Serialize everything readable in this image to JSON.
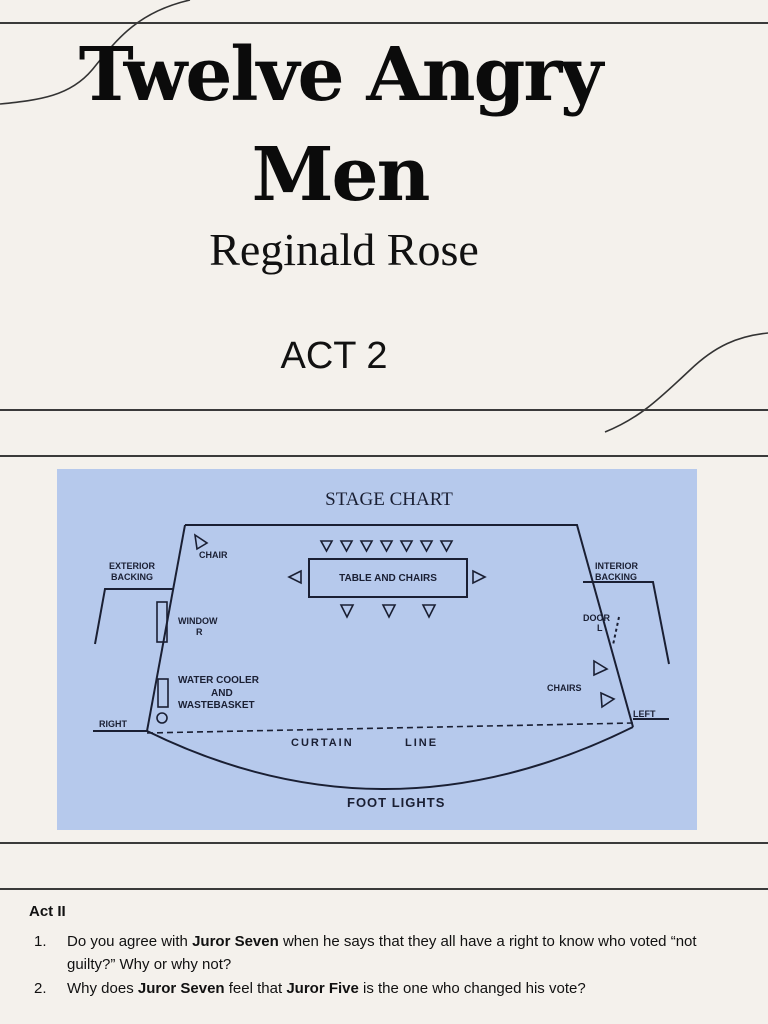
{
  "cover": {
    "title_line1": "Twelve Angry",
    "title_line2": "Men",
    "author": "Reginald Rose",
    "act": "ACT 2"
  },
  "stage_chart": {
    "heading": "STAGE CHART",
    "labels": {
      "chair": "CHAIR",
      "table": "TABLE AND CHAIRS",
      "exterior_1": "EXTERIOR",
      "exterior_2": "BACKING",
      "interior_1": "INTERIOR",
      "interior_2": "BACKING",
      "window_1": "WINDOW",
      "window_2": "R",
      "door_1": "DOOR",
      "door_2": "L",
      "water_1": "WATER COOLER",
      "water_2": "AND",
      "water_3": "WASTEBASKET",
      "chairs": "CHAIRS",
      "right": "RIGHT",
      "left": "LEFT",
      "curtain": "CURTAIN",
      "line": "LINE",
      "footlights": "FOOT LIGHTS"
    }
  },
  "questions": {
    "heading": "Act II",
    "items": [
      {
        "num": "1.",
        "parts": [
          "Do you agree with ",
          "Juror Seven",
          " when he says that they all have a right to know who voted “not guilty?” Why or why not?"
        ]
      },
      {
        "num": "2.",
        "parts": [
          "Why does ",
          "Juror Seven",
          " feel that ",
          "Juror Five",
          " is the one who changed his vote?"
        ]
      }
    ]
  },
  "colors": {
    "background": "#f4f1ec",
    "rule": "#3a3a3a",
    "photo_blue": "#b6c9ec",
    "ink": "#1a1f33"
  }
}
